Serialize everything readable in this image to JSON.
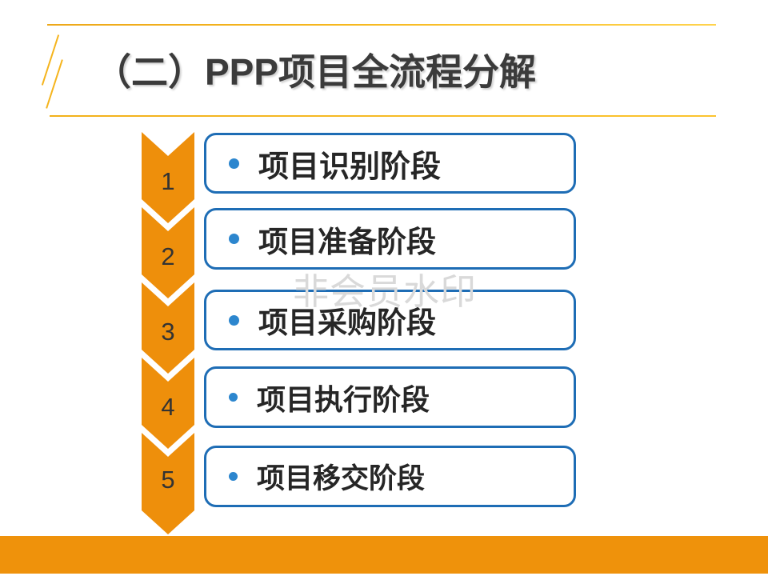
{
  "slide": {
    "title": "（二）PPP项目全流程分解",
    "watermark": "非会员水印"
  },
  "flow": {
    "steps": [
      {
        "number": "1",
        "label": "项目识别阶段"
      },
      {
        "number": "2",
        "label": "项目准备阶段"
      },
      {
        "number": "3",
        "label": "项目采购阶段"
      },
      {
        "number": "4",
        "label": "项目执行阶段"
      },
      {
        "number": "5",
        "label": "项目移交阶段"
      }
    ]
  },
  "colors": {
    "accent_orange": "#EE8F0B",
    "box_border_blue": "#1E6DB5",
    "bullet_blue": "#2C86CE",
    "gold_line": "#F5B41D",
    "title_text": "#3B3B3B",
    "watermark_gray": "#D9D9D9"
  }
}
